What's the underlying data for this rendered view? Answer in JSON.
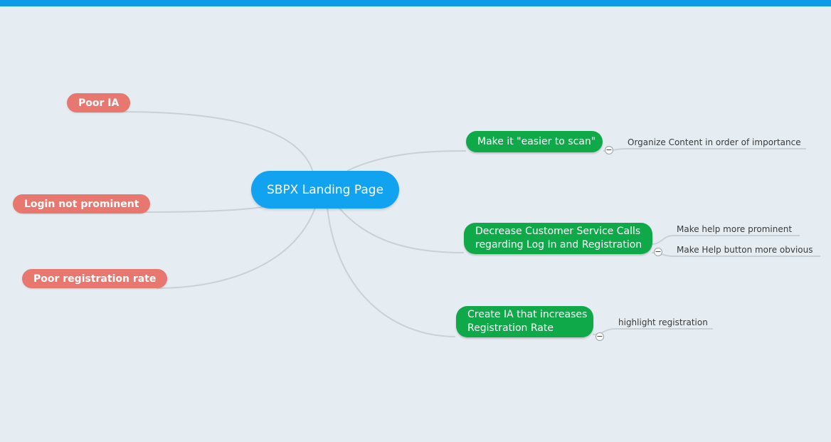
{
  "mindmap": {
    "central": {
      "label": "SBPX Landing Page",
      "color": "#12a3f0"
    },
    "left_topics": [
      {
        "label": "Poor IA"
      },
      {
        "label": "Login not prominent"
      },
      {
        "label": "Poor registration rate"
      }
    ],
    "right_topics": [
      {
        "lines": [
          "Make it \"easier to scan\""
        ],
        "subtopics": [
          "Organize Content in order of importance"
        ],
        "collapse_icon": "minus"
      },
      {
        "lines": [
          "Decrease Customer Service Calls",
          "regarding Log In and Registration"
        ],
        "subtopics": [
          "Make help more prominent",
          "Make Help button more obvious"
        ],
        "collapse_icon": "minus"
      },
      {
        "lines": [
          "Create IA that increases",
          "Registration Rate"
        ],
        "subtopics": [
          "highlight registration"
        ],
        "collapse_icon": "minus"
      }
    ],
    "colors": {
      "left_topic": "#e8776f",
      "right_topic": "#10a94a",
      "connector": "#c9d1d6",
      "background": "#e6edf2",
      "top_bar": "#0d9be8"
    }
  }
}
